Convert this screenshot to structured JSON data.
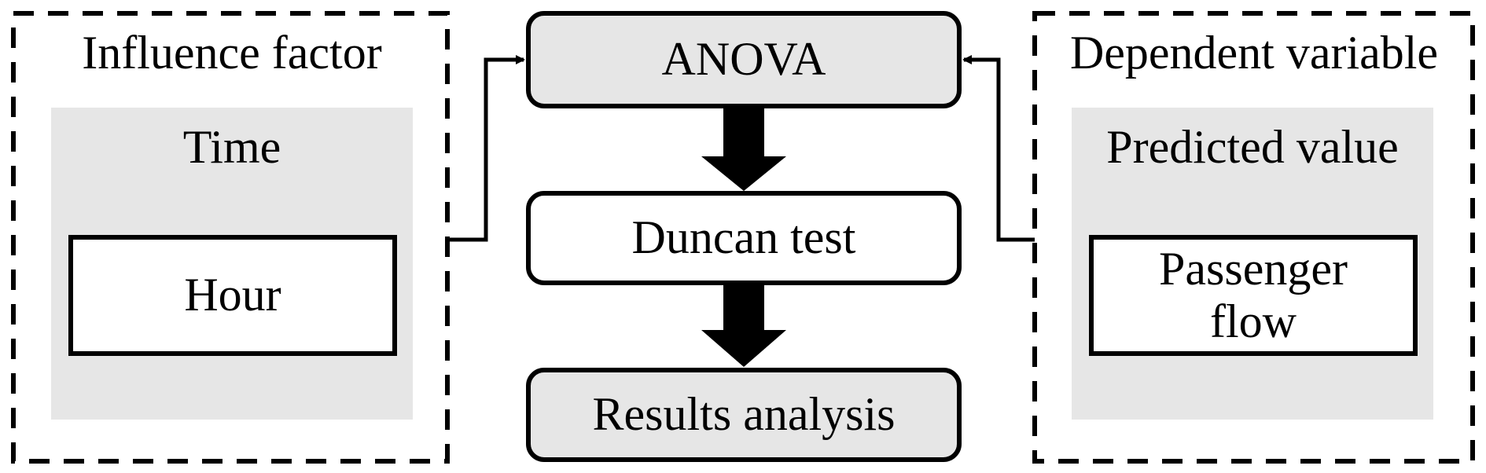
{
  "left_panel": {
    "title": "Influence factor",
    "group_title": "Time",
    "item": "Hour"
  },
  "right_panel": {
    "title": "Dependent variable",
    "group_title": "Predicted value",
    "item": "Passenger\nflow"
  },
  "center_flow": {
    "steps": [
      "ANOVA",
      "Duncan test",
      "Results analysis"
    ]
  },
  "colors": {
    "shaded_box": "#e6e6e6",
    "stroke": "#000000",
    "background": "#ffffff"
  }
}
